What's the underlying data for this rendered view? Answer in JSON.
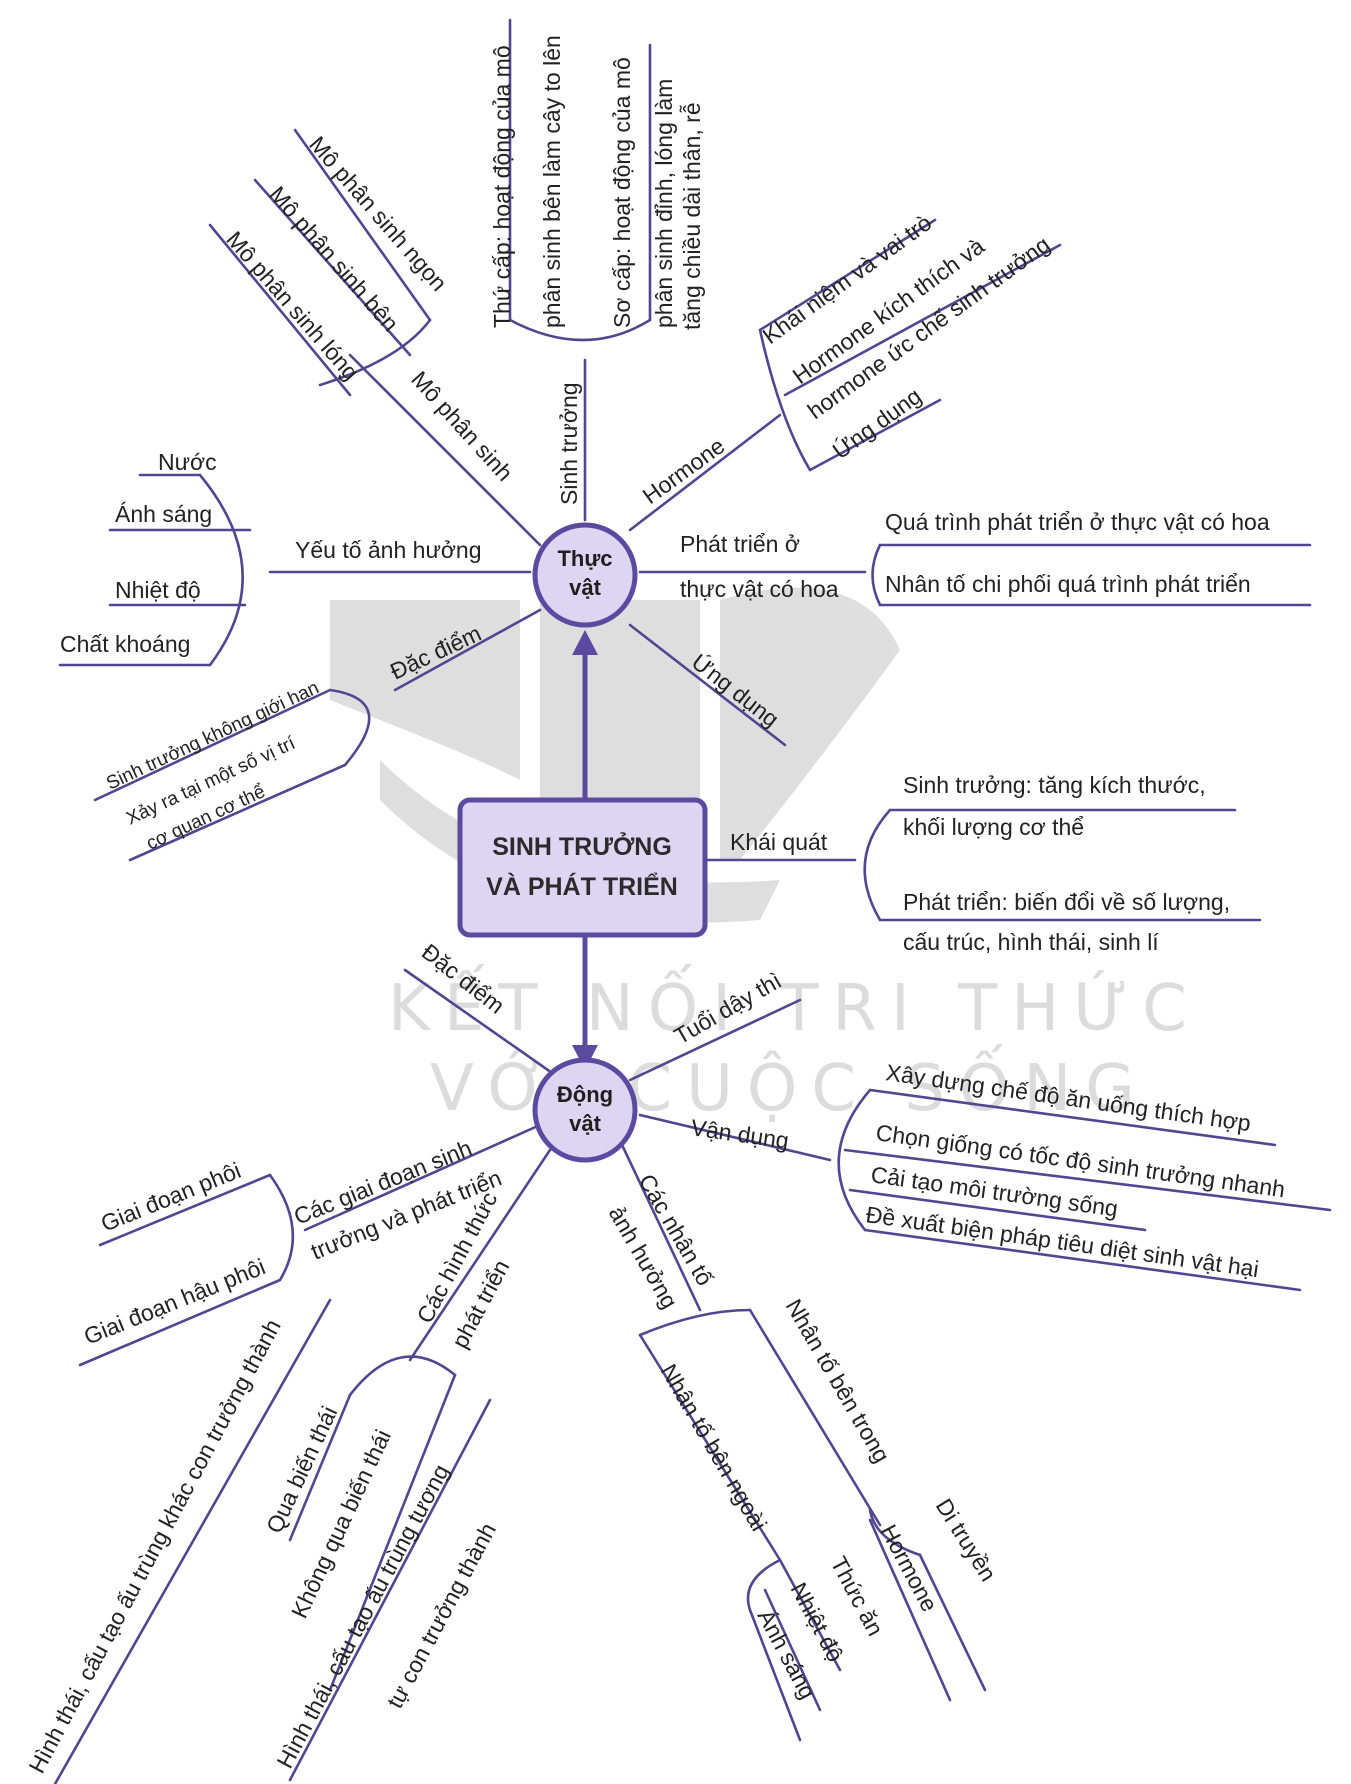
{
  "center": {
    "line1": "SINH TRƯỞNG",
    "line2": "VÀ PHÁT TRIỂN"
  },
  "plant": {
    "hub_line1": "Thực",
    "hub_line2": "vật",
    "mo_phan_sinh": {
      "label": "Mô phân sinh",
      "items": [
        "Mô phân sinh ngọn",
        "Mô phân sinh bên",
        "Mô phân sinh lóng"
      ]
    },
    "sinh_truong": {
      "label": "Sinh trưởng",
      "items": [
        "Thứ cấp: hoạt động của mô",
        "phân sinh bên làm cây to lên",
        "Sơ cấp: hoạt động của mô",
        "phân sinh đỉnh, lóng làm",
        "tăng chiều dài thân, rễ"
      ]
    },
    "hormone": {
      "label": "Hormone",
      "items": [
        "Khái niệm và vai trò",
        "Hormone kích thích và",
        "hormone ức chế sinh trưởng",
        "Ứng dụng"
      ]
    },
    "phat_trien": {
      "label_line1": "Phát triển ở",
      "label_line2": "thực vật có hoa",
      "items": [
        "Quá trình phát triển ở thực vật có hoa",
        "Nhân tố chi phối quá trình phát triển"
      ]
    },
    "ung_dung": {
      "label": "Ứng dụng"
    },
    "yeu_to": {
      "label": "Yếu tố ảnh hưởng",
      "items": [
        "Nước",
        "Ánh sáng",
        "Nhiệt độ",
        "Chất khoáng"
      ]
    },
    "dac_diem": {
      "label": "Đặc điểm",
      "items": [
        "Sinh trưởng không giới hạn",
        "Xảy ra tại một số vị trí",
        "cơ quan cơ thể"
      ]
    }
  },
  "general": {
    "label": "Khái quát",
    "items": [
      "Sinh trưởng: tăng kích thước,",
      "khối lượng cơ thể",
      "Phát triển: biến đổi về số lượng,",
      "cấu trúc, hình thái, sinh lí"
    ]
  },
  "animal": {
    "hub_line1": "Động",
    "hub_line2": "vật",
    "dac_diem": {
      "label": "Đặc điểm"
    },
    "tuoi_day_thi": {
      "label": "Tuổi dậy thì"
    },
    "van_dung": {
      "label": "Vận dụng",
      "items": [
        "Xây dựng chế độ ăn uống thích hợp",
        "Chọn giống có tốc độ sinh trưởng nhanh",
        "Cải tạo môi trường sống",
        "Đề xuất biện pháp tiêu diệt sinh vật hại"
      ]
    },
    "giai_doan": {
      "label_line1": "Các giai đoạn sinh",
      "label_line2": "trưởng và phát triển",
      "items": [
        "Giai đoạn phôi",
        "Giai đoạn hậu phôi"
      ]
    },
    "hinh_thuc": {
      "label_line1": "Các hình thức",
      "label_line2": "phát triển",
      "items": [
        "Qua biến thái",
        "Không qua biến thái",
        "Hình thái, cấu tạo ấu trùng khác con trưởng thành",
        "Hình thái, cấu tạo ấu trùng tương",
        "tự con trưởng thành"
      ]
    },
    "nhan_to": {
      "label_line1": "Các nhân tố",
      "label_line2": "ảnh hưởng",
      "items": [
        "Nhân tố bên trong",
        "Nhân tố bên ngoài",
        "Di truyền",
        "Hormone",
        "Thức ăn",
        "Nhiệt độ",
        "Ánh sáng"
      ]
    }
  },
  "watermark": {
    "line1": "KẾT NỐI TRI THỨC",
    "line2": "VỚI CUỘC SỐNG"
  },
  "colors": {
    "line": "#51468f",
    "fill": "#ddd6f3",
    "border": "#5b4ba0"
  }
}
